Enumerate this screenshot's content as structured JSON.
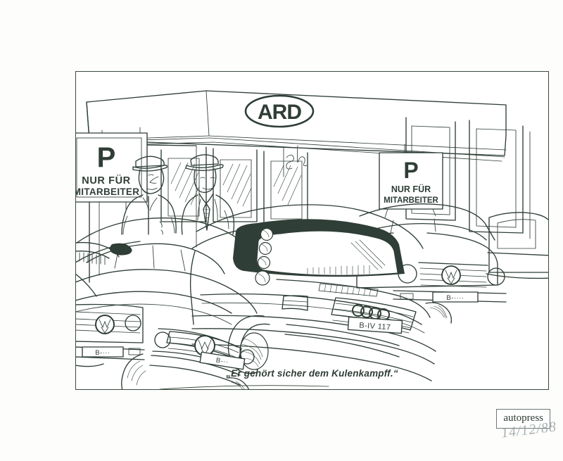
{
  "image": {
    "kind": "scanned-press-cartoon",
    "medium": "pen and ink line drawing",
    "ink_color": "#2f3e36",
    "paper_color": "#fdfdfb"
  },
  "caption": {
    "text": "„Er gehört sicher dem Kulenkampff.“"
  },
  "artist_signature": {
    "text": "eh"
  },
  "agency_stamp": {
    "label": "autopress"
  },
  "handwritten_date": {
    "text": "14/12/88"
  },
  "scene": {
    "building": {
      "logo_text": "ARD",
      "description": "broadcast studio building with flat canopy fascia, glass entrance doors and window panels"
    },
    "signs": [
      {
        "id": "left-parking-sign",
        "symbol": "P",
        "line1": "NUR FÜR",
        "line2": "MITARBEITER"
      },
      {
        "id": "right-parking-sign",
        "symbol": "P",
        "line1": "NUR FÜR",
        "line2": "MITARBEITER"
      }
    ],
    "people": [
      {
        "id": "guard",
        "description": "uniformed attendant with peaked cap"
      },
      {
        "id": "visitor",
        "description": "man in trilby hat, coat and striped tie"
      }
    ],
    "cars": [
      {
        "id": "car-far-left",
        "marque": "VW",
        "badge": "VW",
        "plate": "B-···",
        "note": "partial front, left edge"
      },
      {
        "id": "car-left",
        "marque": "VW",
        "badge": "VW",
        "plate": "B-··",
        "note": "saloon, left foreground"
      },
      {
        "id": "car-center",
        "marque": "Audi",
        "badge": "four rings",
        "plate": "B-IV 117",
        "note": "windscreen drawn as a vintage television screen with four control knobs"
      },
      {
        "id": "car-right",
        "marque": "VW",
        "badge": "VW",
        "plate": "B-····",
        "note": "saloon, right side"
      },
      {
        "id": "car-far-right",
        "marque": "VW",
        "badge": "",
        "plate": "",
        "note": "partial body, right edge"
      }
    ]
  }
}
